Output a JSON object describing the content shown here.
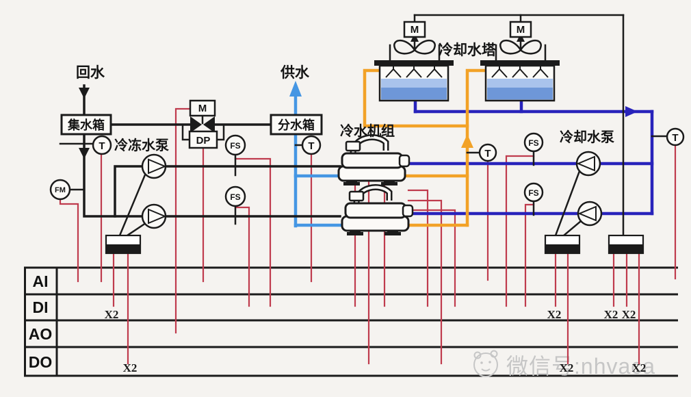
{
  "diagram": {
    "labels": {
      "return_water": "回水",
      "supply_water": "供水",
      "collector_tank": "集水箱",
      "distributor_tank": "分水箱",
      "chilled_water_pump": "冷冻水泵",
      "chiller_unit": "冷水机组",
      "cooling_tower": "冷却水塔",
      "cooling_water_pump": "冷却水泵"
    },
    "instruments": {
      "temperature": "T",
      "flow_meter": "FM",
      "flow_switch": "FS",
      "motor_actuator": "M",
      "differential_pressure": "DP"
    },
    "colors": {
      "signal_line": "#bf3b4d",
      "chilled_supply_pipe": "#4596e3",
      "cooling_return_pipe": "#2823bb",
      "cooling_supply_pipe": "#f2a227",
      "pipe_black": "#1b1b1b",
      "tower_water": "#6e97d8",
      "tower_water_light": "#a9c3ec"
    }
  },
  "io_table": {
    "rows": [
      {
        "label": "AI"
      },
      {
        "label": "DI"
      },
      {
        "label": "AO"
      },
      {
        "label": "DO"
      }
    ],
    "multiplier_label": "X2"
  },
  "watermark": {
    "text": "微信号:nhvaca"
  }
}
